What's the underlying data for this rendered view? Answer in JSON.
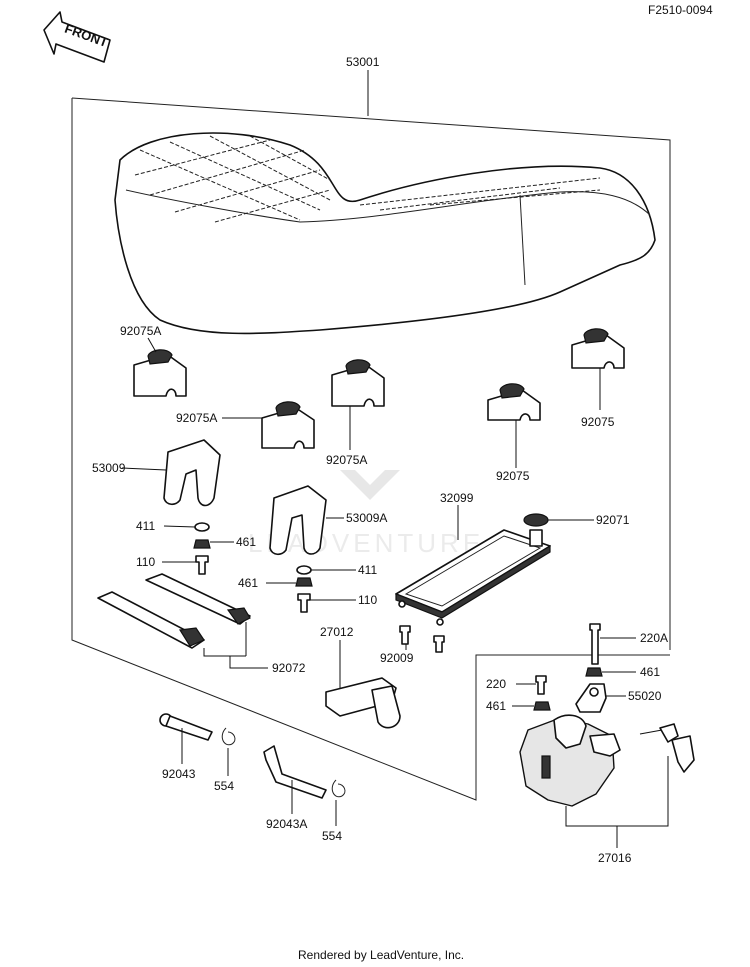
{
  "header": {
    "figure_code": "F2510-0094",
    "front_label": "FRONT"
  },
  "labels": {
    "seat": "53001",
    "rubber_a_left": "92075A",
    "rubber_a_mid": "92075A",
    "rubber_a_center": "92075A",
    "rubber_right_1": "92075",
    "rubber_right_2": "92075",
    "bracket_left": "53009",
    "bracket_right": "53009A",
    "washer_411_a": "411",
    "nut_461_a": "461",
    "bolt_110_a": "110",
    "nut_461_b": "461",
    "washer_411_b": "411",
    "bolt_110_b": "110",
    "tray": "32099",
    "grommet": "92071",
    "band": "92072",
    "hook": "27012",
    "bolt_92009": "92009",
    "bolt_220a": "220A",
    "nut_461_c": "461",
    "bolt_220": "220",
    "bracket_55020": "55020",
    "nut_461_d": "461",
    "pin_left": "92043",
    "clip_left": "554",
    "pin_right": "92043A",
    "clip_right": "554",
    "lock": "27016"
  },
  "watermark": "LEADVENTURE",
  "footer": {
    "rendered_by": "Rendered by LeadVenture, Inc."
  }
}
